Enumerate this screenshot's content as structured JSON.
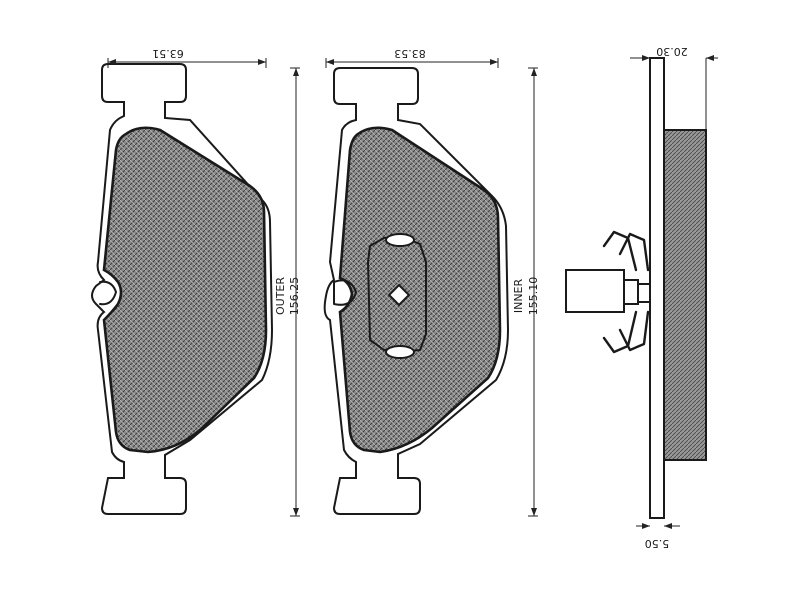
{
  "outer_pad": {
    "width_value": "63.51",
    "side_label": "OUTER",
    "height_value": "156.25"
  },
  "inner_pad": {
    "width_value": "83.53",
    "side_label": "INNER",
    "height_value": "155.10"
  },
  "side_view": {
    "top_value": "20.30",
    "bottom_value": "5.50"
  },
  "colors": {
    "ink": "#1a1a1a",
    "background": "#ffffff",
    "hatch": "#555555"
  }
}
